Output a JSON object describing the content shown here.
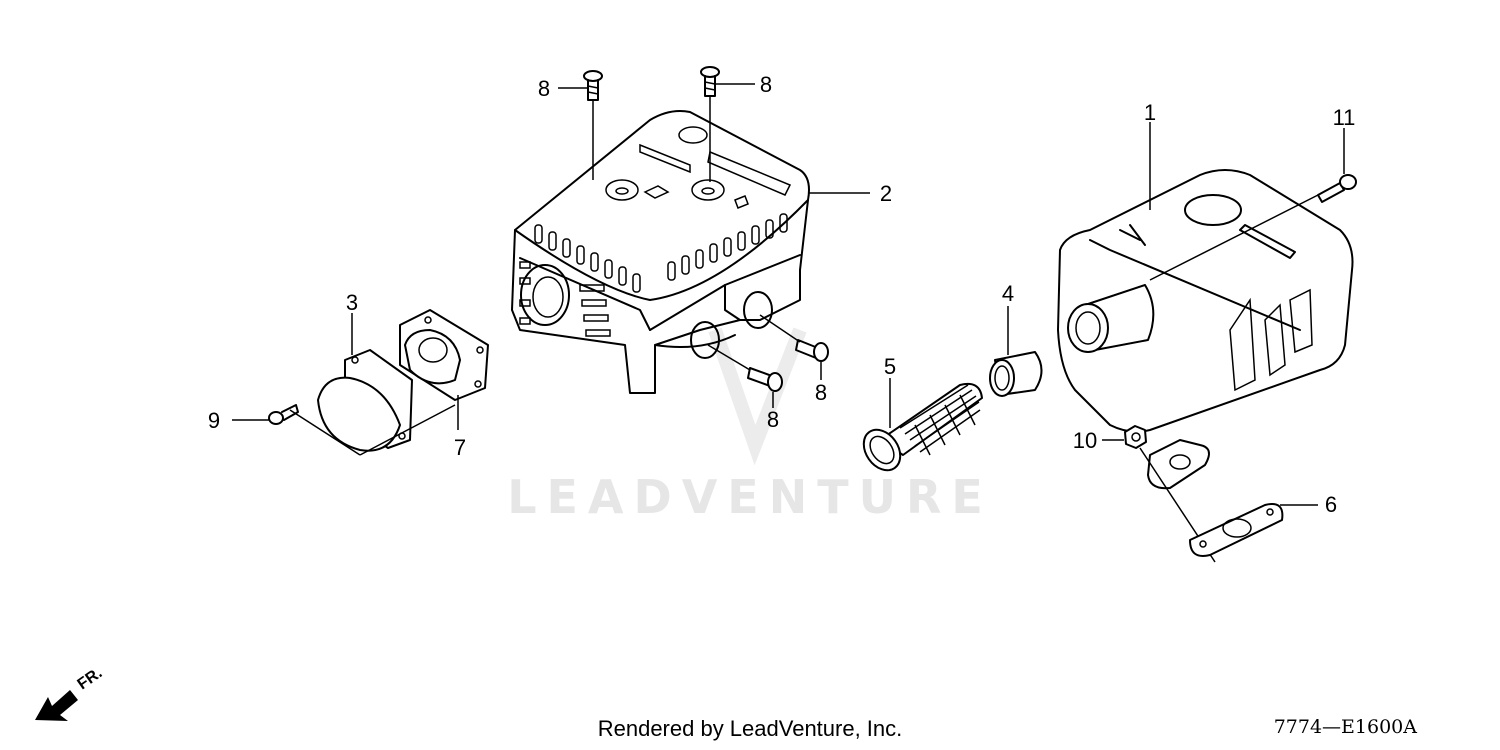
{
  "watermark": "LEADVENTURE",
  "callouts": [
    "1",
    "2",
    "3",
    "4",
    "5",
    "6",
    "7",
    "8",
    "9",
    "10",
    "11"
  ],
  "labels": {
    "c8a": "8",
    "c8b": "8",
    "c8c": "8",
    "c8d": "8",
    "c1": "1",
    "c2": "2",
    "c3": "3",
    "c4": "4",
    "c5": "5",
    "c6": "6",
    "c7": "7",
    "c9": "9",
    "c10": "10",
    "c11": "11"
  },
  "direction_indicator": "FR.",
  "footer": "Rendered by LeadVenture, Inc.",
  "diagram_code": "7774—E1600A"
}
